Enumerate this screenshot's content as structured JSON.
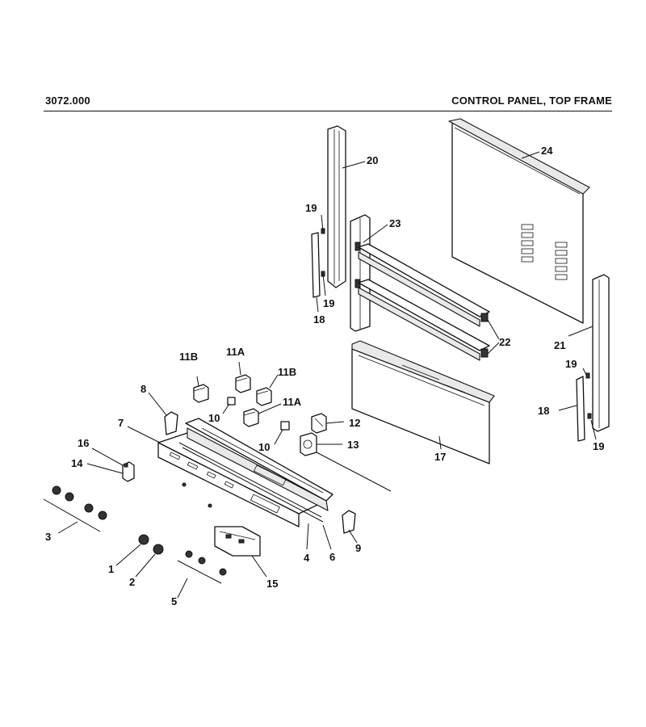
{
  "header": {
    "model": "3072.000",
    "section": "CONTROL PANEL, TOP FRAME"
  },
  "parts": {
    "p1": "1",
    "p2": "2",
    "p3": "3",
    "p4": "4",
    "p5": "5",
    "p6": "6",
    "p7": "7",
    "p8": "8",
    "p9": "9",
    "p10a": "10",
    "p10b": "10",
    "p11a_1": "11A",
    "p11a_2": "11A",
    "p11b_1": "11B",
    "p11b_2": "11B",
    "p12": "12",
    "p13": "13",
    "p14": "14",
    "p15": "15",
    "p16": "16",
    "p17": "17",
    "p18a": "18",
    "p18b": "18",
    "p19a": "19",
    "p19b": "19",
    "p19c": "19",
    "p19d": "19",
    "p20": "20",
    "p21": "21",
    "p22": "22",
    "p23": "23",
    "p24": "24"
  }
}
